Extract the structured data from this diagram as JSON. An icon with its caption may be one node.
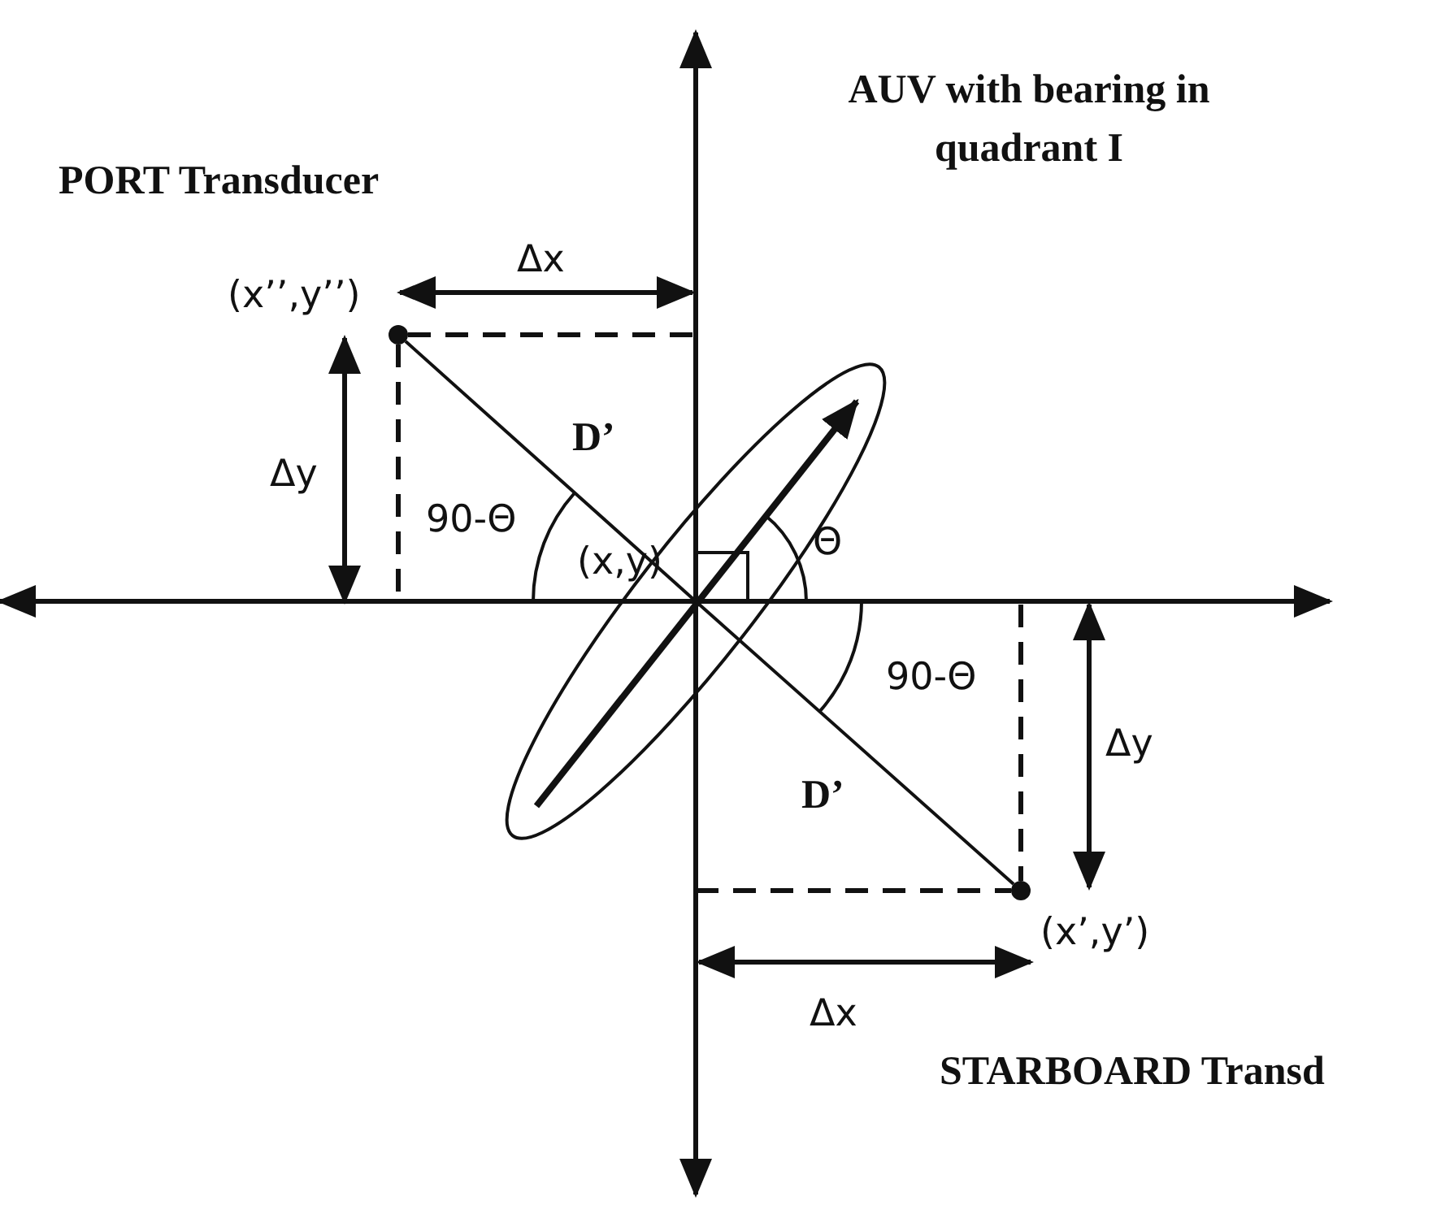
{
  "diagram": {
    "nodes": [
      {
        "text": [],
        "shape": "circle",
        "beside": [
          "(x’’,y’’)"
        ]
      },
      {
        "text": [
          "(x,y)"
        ]
      },
      {
        "text": [],
        "shape": "circle",
        "beside": [
          "(x’,y’)"
        ]
      }
    ],
    "edges": [
      {
        "from": 1,
        "to": 0,
        "arrow": "none",
        "label": "D’"
      },
      {
        "from": 1,
        "to": 2,
        "arrow": "none",
        "label": "D’"
      }
    ],
    "labels": [
      "AUV with bearing in quadrant I",
      "PORT Transducer",
      "Δx",
      "Δy",
      "90-Θ",
      "Θ",
      "90-Θ",
      "Δy",
      "Δx",
      "STARBOARD Transd"
    ]
  }
}
